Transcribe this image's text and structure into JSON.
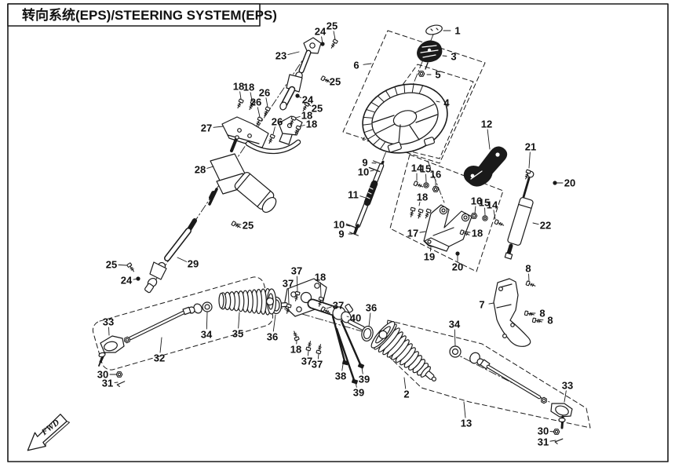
{
  "page": {
    "title": "转向系统(EPS)/STEERING SYSTEM(EPS)",
    "fwd_label": "FWD",
    "background": "#ffffff",
    "ink": "#1a1a1a"
  },
  "diagram": {
    "type": "exploded-parts-diagram",
    "callouts": [
      [
        "24",
        408,
        40,
        411,
        56,
        1
      ],
      [
        "25",
        423,
        33,
        427,
        50,
        0
      ],
      [
        "23",
        358,
        71,
        381,
        66,
        0
      ],
      [
        "1",
        583,
        39,
        565,
        39,
        0
      ],
      [
        "3",
        578,
        72,
        564,
        71,
        0
      ],
      [
        "6",
        454,
        83,
        473,
        81,
        0
      ],
      [
        "5",
        558,
        95,
        544,
        95,
        0
      ],
      [
        "25",
        427,
        104,
        413,
        101,
        0
      ],
      [
        "4",
        569,
        131,
        556,
        129,
        0
      ],
      [
        "18",
        304,
        110,
        307,
        126,
        0
      ],
      [
        "18",
        317,
        111,
        321,
        128,
        0
      ],
      [
        "26",
        337,
        118,
        341,
        136,
        0
      ],
      [
        "26",
        326,
        130,
        331,
        149,
        0
      ],
      [
        "24",
        392,
        127,
        379,
        122,
        1
      ],
      [
        "25",
        404,
        138,
        392,
        132,
        0
      ],
      [
        "18",
        391,
        147,
        377,
        150,
        0
      ],
      [
        "18",
        397,
        158,
        382,
        161,
        0
      ],
      [
        "26",
        353,
        155,
        348,
        171,
        0
      ],
      [
        "27",
        263,
        163,
        284,
        161,
        0
      ],
      [
        "28",
        255,
        216,
        272,
        212,
        0
      ],
      [
        "9",
        465,
        207,
        479,
        208,
        0
      ],
      [
        "10",
        463,
        219,
        476,
        217,
        0
      ],
      [
        "11",
        450,
        248,
        466,
        252,
        0
      ],
      [
        "10",
        432,
        286,
        446,
        288,
        0
      ],
      [
        "9",
        435,
        298,
        449,
        298,
        0
      ],
      [
        "12",
        620,
        158,
        624,
        190,
        0
      ],
      [
        "14",
        531,
        214,
        531,
        230,
        0
      ],
      [
        "15",
        542,
        215,
        543,
        232,
        0
      ],
      [
        "16",
        555,
        222,
        555,
        238,
        0
      ],
      [
        "18",
        538,
        251,
        534,
        262,
        0
      ],
      [
        "21",
        676,
        187,
        674,
        214,
        0
      ],
      [
        "20",
        726,
        233,
        707,
        233,
        1
      ],
      [
        "16",
        607,
        256,
        605,
        272,
        0
      ],
      [
        "15",
        617,
        258,
        618,
        274,
        0
      ],
      [
        "14",
        627,
        261,
        631,
        279,
        0
      ],
      [
        "17",
        526,
        297,
        542,
        295,
        0
      ],
      [
        "18",
        608,
        297,
        592,
        295,
        0
      ],
      [
        "19",
        547,
        327,
        549,
        314,
        0
      ],
      [
        "20",
        583,
        340,
        583,
        323,
        1
      ],
      [
        "22",
        695,
        287,
        679,
        284,
        0
      ],
      [
        "25",
        316,
        287,
        301,
        285,
        0
      ],
      [
        "29",
        246,
        336,
        226,
        328,
        0
      ],
      [
        "25",
        142,
        337,
        161,
        338,
        0
      ],
      [
        "24",
        161,
        357,
        176,
        355,
        1
      ],
      [
        "33",
        138,
        410,
        139,
        427,
        0
      ],
      [
        "34",
        263,
        426,
        264,
        398,
        0
      ],
      [
        "35",
        303,
        425,
        305,
        398,
        0
      ],
      [
        "36",
        347,
        429,
        351,
        401,
        0
      ],
      [
        "32",
        203,
        456,
        206,
        430,
        0
      ],
      [
        "30",
        131,
        477,
        148,
        477,
        0
      ],
      [
        "31",
        137,
        488,
        150,
        487,
        0
      ],
      [
        "37",
        378,
        345,
        379,
        371,
        0
      ],
      [
        "37",
        367,
        361,
        368,
        387,
        0
      ],
      [
        "18",
        408,
        353,
        409,
        378,
        0
      ],
      [
        "37",
        431,
        389,
        416,
        393,
        0
      ],
      [
        "40",
        453,
        405,
        442,
        403,
        0
      ],
      [
        "36",
        473,
        392,
        470,
        416,
        0
      ],
      [
        "18",
        377,
        445,
        378,
        434,
        0
      ],
      [
        "37",
        391,
        460,
        393,
        447,
        0
      ],
      [
        "37",
        404,
        464,
        406,
        451,
        0
      ],
      [
        "38",
        434,
        479,
        437,
        464,
        0
      ],
      [
        "39",
        464,
        483,
        461,
        468,
        0
      ],
      [
        "39",
        457,
        500,
        453,
        487,
        0
      ],
      [
        "2",
        518,
        502,
        515,
        481,
        0
      ],
      [
        "8",
        673,
        342,
        674,
        358,
        0
      ],
      [
        "7",
        614,
        388,
        629,
        386,
        0
      ],
      [
        "8",
        691,
        399,
        676,
        399,
        0
      ],
      [
        "8",
        701,
        408,
        685,
        407,
        0
      ],
      [
        "34",
        579,
        413,
        580,
        441,
        0
      ],
      [
        "13",
        594,
        539,
        591,
        512,
        0
      ],
      [
        "33",
        723,
        491,
        719,
        512,
        0
      ],
      [
        "30",
        692,
        549,
        706,
        550,
        0
      ],
      [
        "31",
        692,
        563,
        708,
        561,
        0
      ]
    ]
  }
}
